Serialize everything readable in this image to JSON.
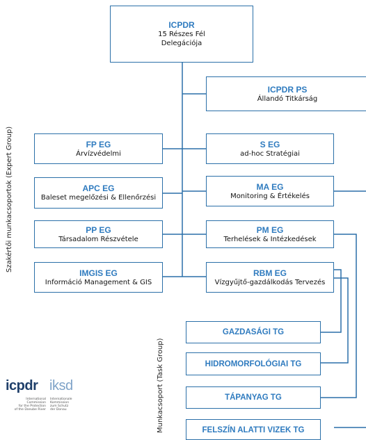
{
  "colors": {
    "box_border": "#2a6fa8",
    "title_text": "#2f7bbf",
    "connector": "#2a6fa8"
  },
  "boxes": {
    "icpdr": {
      "title": "ICPDR",
      "line1": "15 Részes Fél",
      "line2": "Delegációja"
    },
    "icpdr_ps": {
      "title": "ICPDR PS",
      "subtitle": "Állandó Titkárság"
    },
    "fp_eg": {
      "title": "FP EG",
      "subtitle": "Árvízvédelmi"
    },
    "s_eg": {
      "title": "S EG",
      "subtitle": "ad-hoc Stratégiai"
    },
    "apc_eg": {
      "title": "APC EG",
      "subtitle": "Baleset megelőzési & Ellenőrzési"
    },
    "ma_eg": {
      "title": "MA EG",
      "subtitle": "Monitoring & Értékelés"
    },
    "pp_eg": {
      "title": "PP EG",
      "subtitle": "Társadalom Részvétele"
    },
    "pm_eg": {
      "title": "PM EG",
      "subtitle": "Terhelések & Intézkedések"
    },
    "imgis_eg": {
      "title": "IMGIS EG",
      "subtitle": "Információ Management & GIS"
    },
    "rbm_eg": {
      "title": "RBM EG",
      "subtitle": "Vízgyűjtő-gazdálkodás Tervezés"
    }
  },
  "task_groups": {
    "gazdasagi": "GAZDASÁGI TG",
    "hidromorfologiai": "HIDROMORFOLÓGIAI TG",
    "tapanyag": "TÁPANYAG TG",
    "felszin_alatti": "FELSZÍN ALATTI VIZEK TG"
  },
  "side_labels": {
    "expert_group": "Szakértői munkacsoportok (Expert Group)",
    "task_group": "Munkacsoport (Task Group)"
  },
  "logo": {
    "brand": "icpdr",
    "brand2": "iksd",
    "fine_left": "International\nCommission\nfor the Protection\nof the Danube River",
    "fine_right": "Internationale\nKommission\nzum Schutz\nder Donau"
  }
}
